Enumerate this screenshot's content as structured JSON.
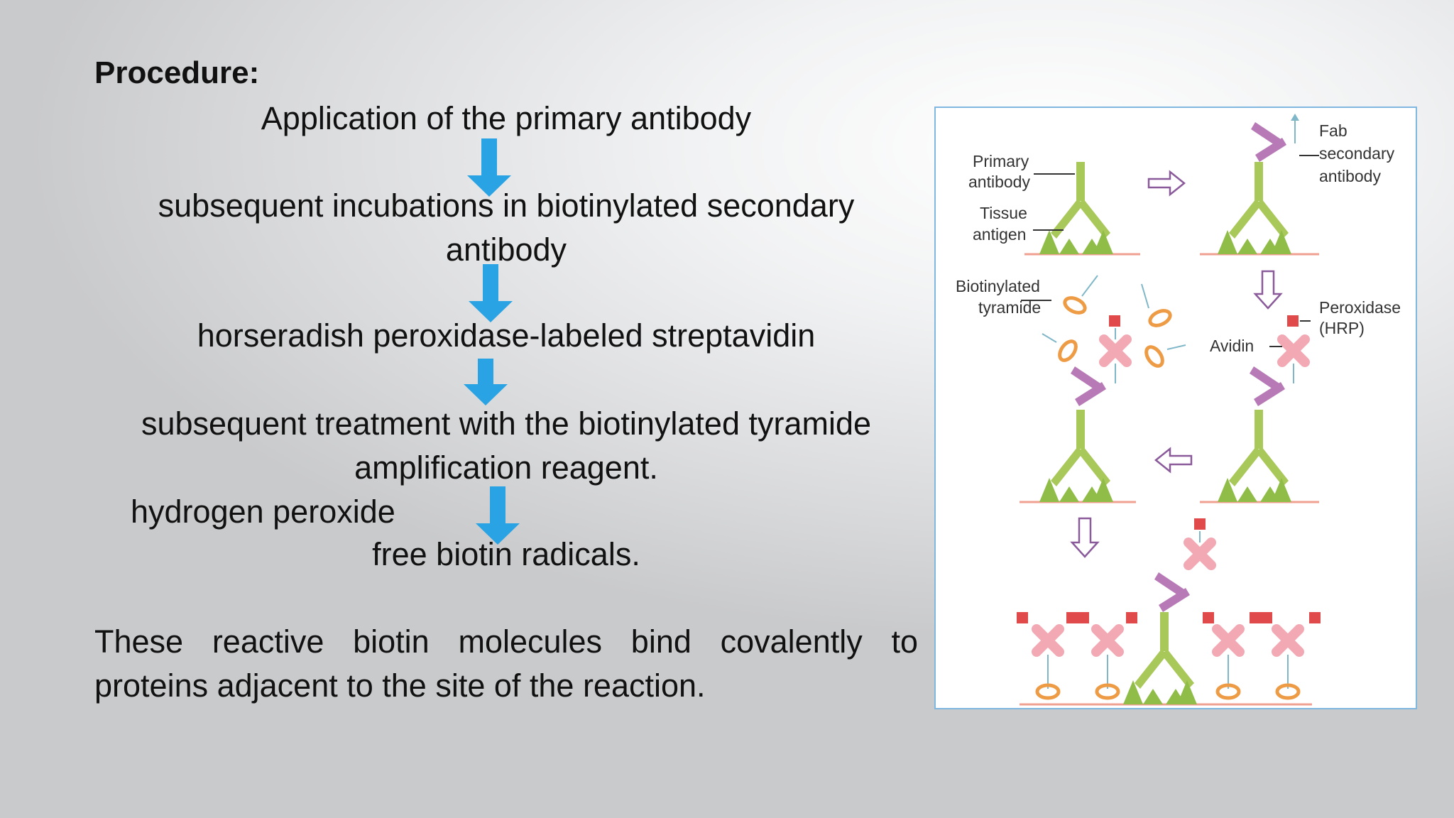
{
  "slide": {
    "heading": "Procedure:",
    "steps": [
      "Application of the primary antibody",
      "subsequent incubations in biotinylated secondary antibody",
      "horseradish peroxidase-labeled streptavidin",
      "subsequent treatment with the biotinylated tyramide amplification reagent.",
      "free biotin radicals."
    ],
    "side_label": "hydrogen peroxide",
    "conclusion": "These reactive biotin molecules bind covalently to proteins adjacent to the site of the reaction.",
    "arrow_color": "#29a3e3"
  },
  "figure": {
    "labels": {
      "primary_antibody_1": "Primary",
      "primary_antibody_2": "antibody",
      "tissue_antigen_1": "Tissue",
      "tissue_antigen_2": "antigen",
      "fab_1": "Fab",
      "fab_2": "secondary",
      "fab_3": "antibody",
      "biotinylated_1": "Biotinylated",
      "biotinylated_2": "tyramide",
      "peroxidase_1": "Peroxidase",
      "peroxidase_2": "(HRP)",
      "avidin": "Avidin"
    },
    "colors": {
      "primary_antibody": "#a9c85a",
      "secondary_antibody": "#b77ab6",
      "peroxidase": "#f2a9b4",
      "tyramide": "#ee9b45",
      "biotin": "#e04a4a",
      "membrane": "#f0a090",
      "panel_border": "#7fb7e0"
    }
  }
}
